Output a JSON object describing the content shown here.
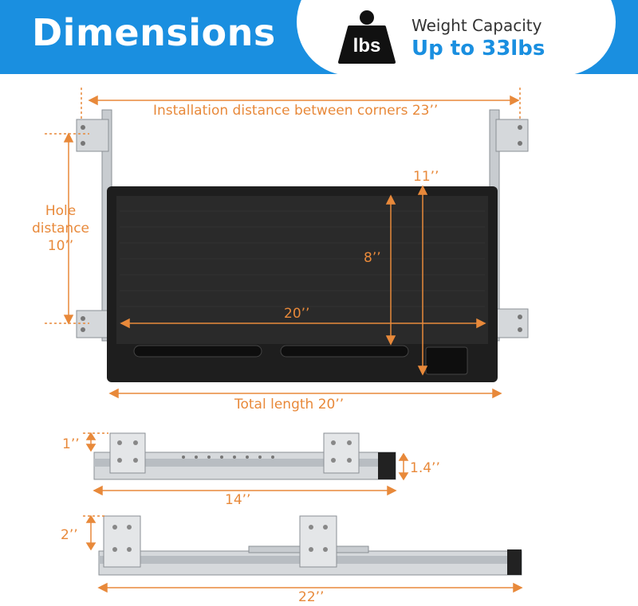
{
  "header": {
    "title": "Dimensions",
    "badge_icon_text": "lbs",
    "capacity_label": "Weight Capacity",
    "capacity_value": "Up to 33lbs"
  },
  "dimensions": {
    "install_distance": "Installation distance between corners 23’’",
    "hole_distance_line1": "Hole",
    "hole_distance_line2": "distance",
    "hole_distance_line3": "10’’",
    "height_11": "11’’",
    "depth_8": "8’’",
    "width_20": "20’’",
    "total_length": "Total length 20’’",
    "slide_small_height": "1’’",
    "slide_small_thickness": "1.4’’",
    "slide_small_length": "14’’",
    "slide_large_height": "2’’",
    "slide_large_length": "22’’"
  },
  "colors": {
    "header_blue": "#1a8fe0",
    "dimension_orange": "#e8893a",
    "tray_black": "#1e1e1e"
  }
}
